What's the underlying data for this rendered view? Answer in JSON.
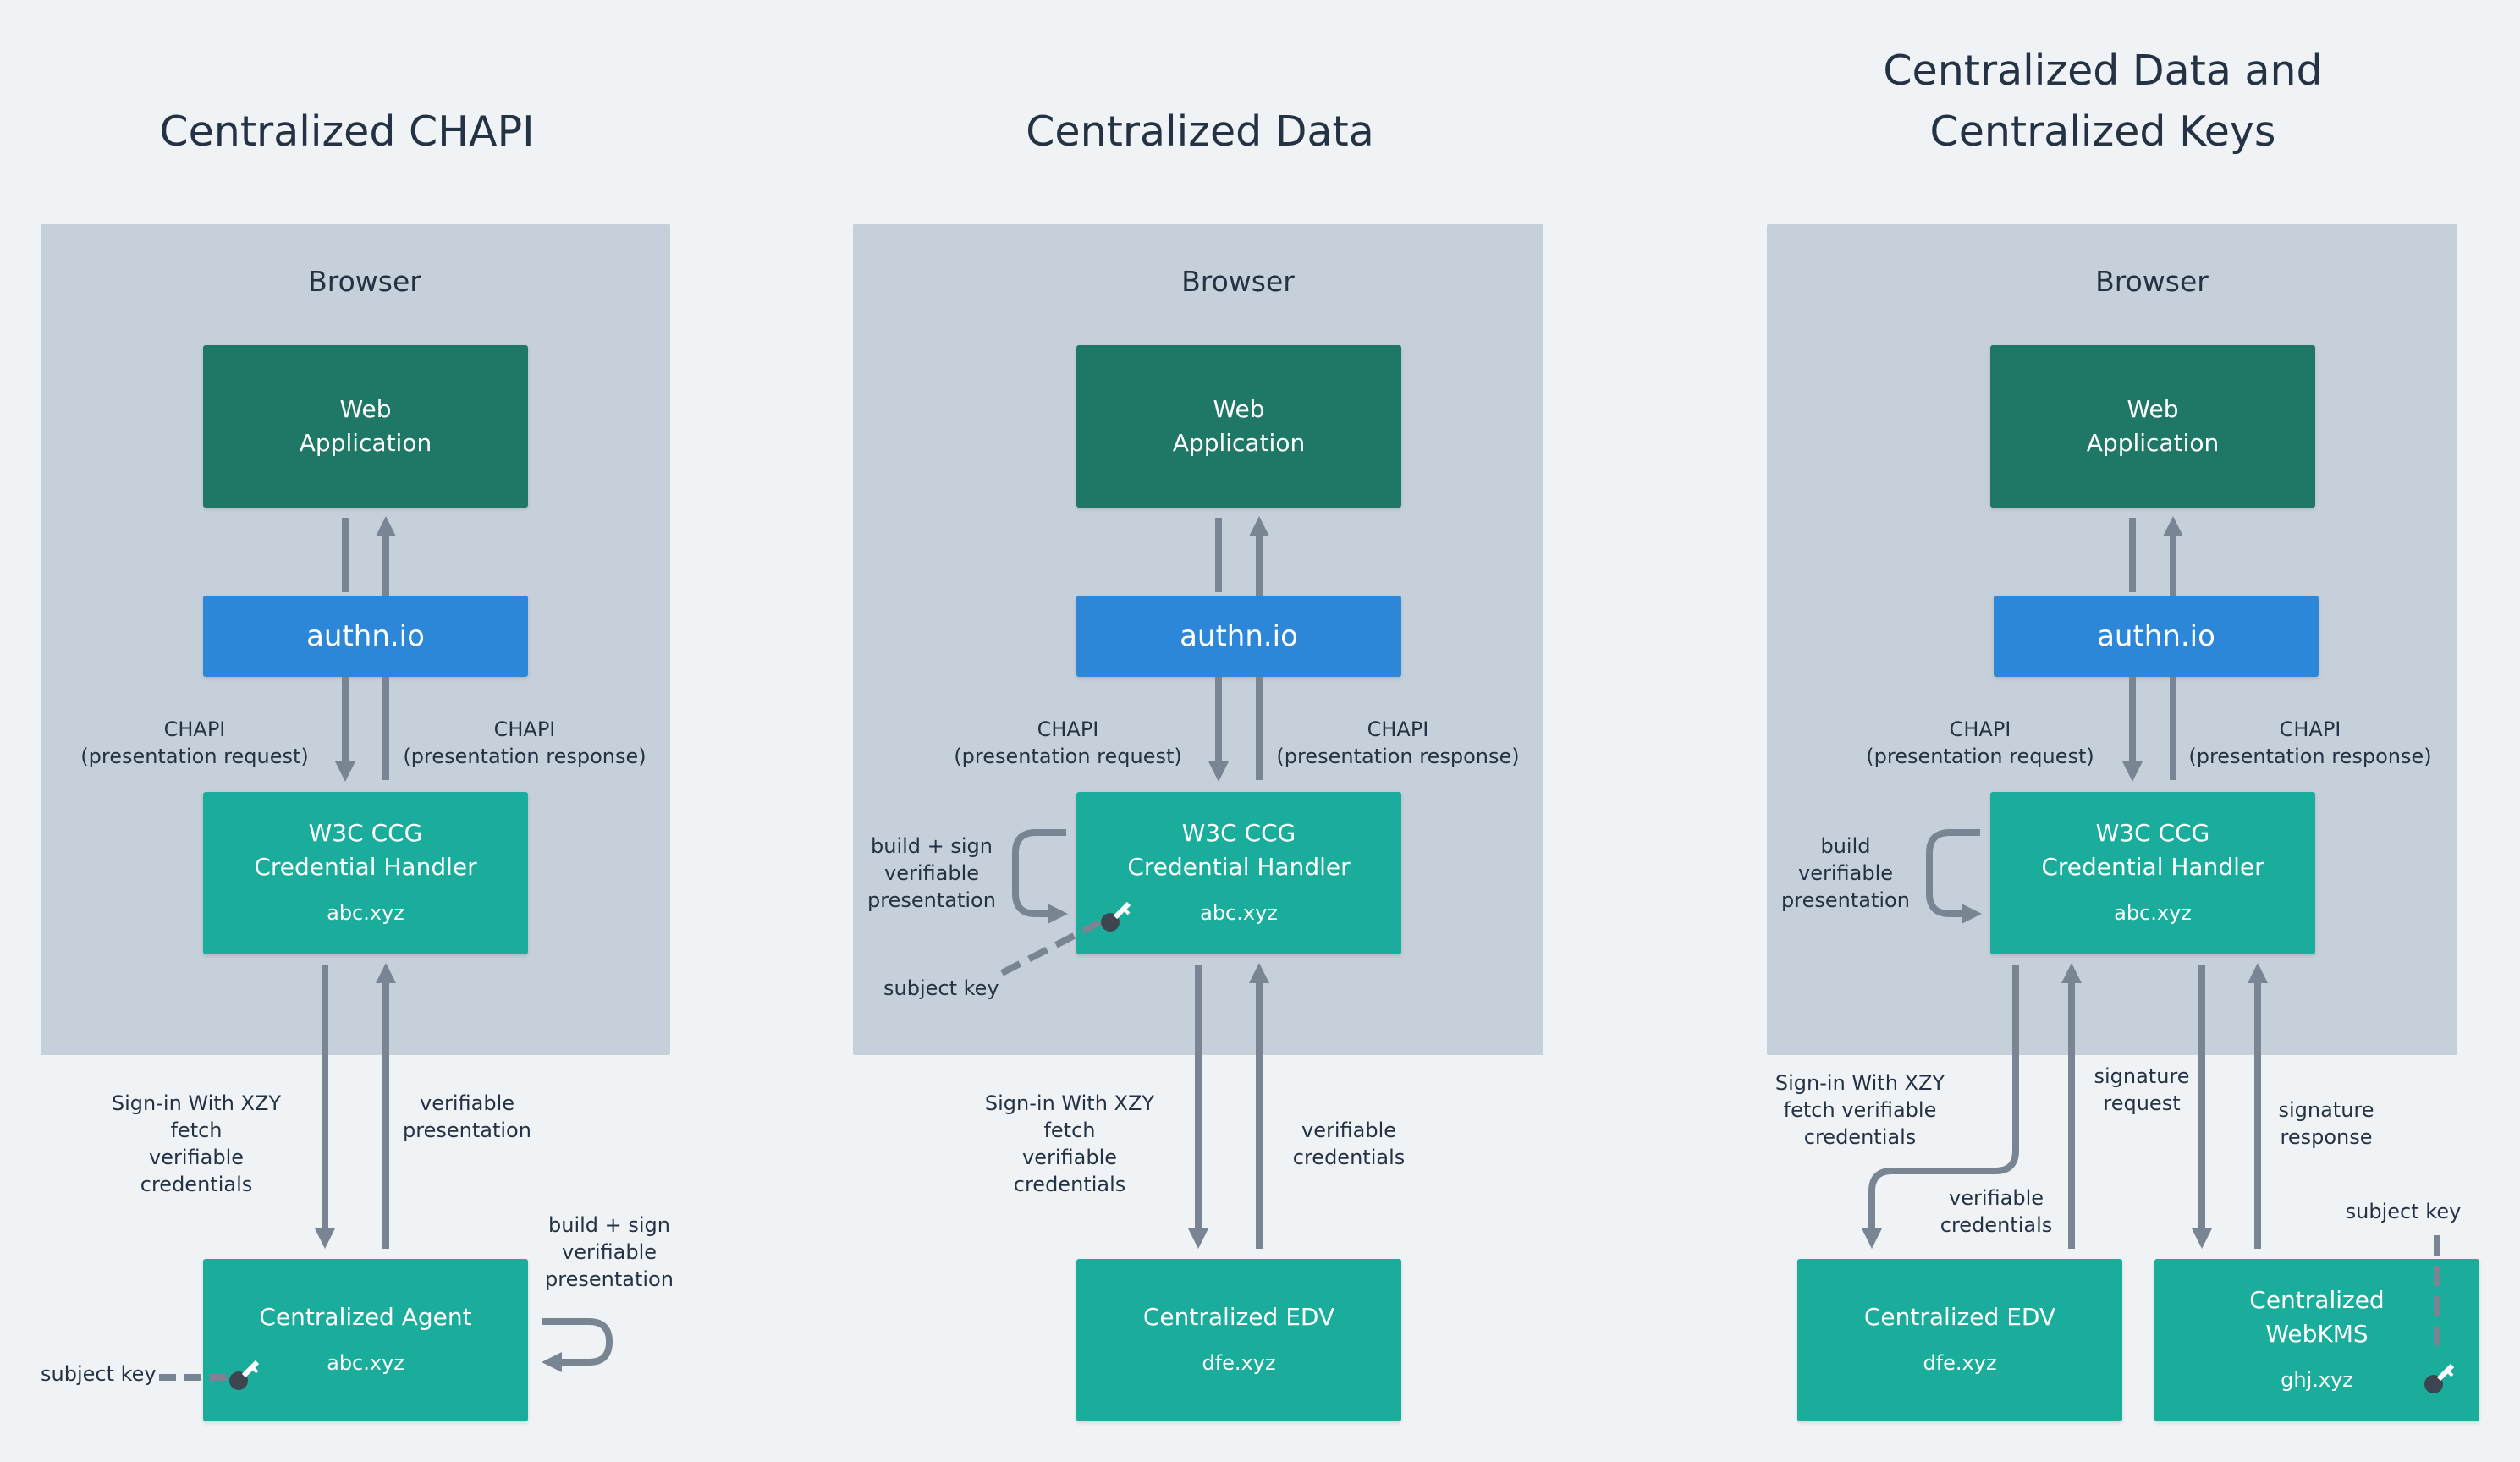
{
  "titles": {
    "col1": "Centralized CHAPI",
    "col2": "Centralized Data",
    "col3_line1": "Centralized Data and",
    "col3_line2": "Centralized Keys"
  },
  "browser_label": "Browser",
  "webapp": {
    "line1": "Web",
    "line2": "Application"
  },
  "authn": "authn.io",
  "handler": {
    "line1": "W3C CCG",
    "line2": "Credential Handler",
    "domain": "abc.xyz"
  },
  "chapi_request": {
    "line1": "CHAPI",
    "line2": "(presentation request)"
  },
  "chapi_response": {
    "line1": "CHAPI",
    "line2": "(presentation response)"
  },
  "col1": {
    "signin": [
      "Sign-in With XZY",
      "fetch",
      "verifiable",
      "credentials"
    ],
    "vp": [
      "verifiable",
      "presentation"
    ],
    "build_sign": [
      "build + sign",
      "verifiable",
      "presentation"
    ],
    "agent": {
      "name": "Centralized Agent",
      "domain": "abc.xyz"
    },
    "subject_key": "subject key"
  },
  "col2": {
    "build_sign": [
      "build + sign",
      "verifiable",
      "presentation"
    ],
    "subject_key": "subject key",
    "signin": [
      "Sign-in With XZY",
      "fetch",
      "verifiable",
      "credentials"
    ],
    "vc": [
      "verifiable",
      "credentials"
    ],
    "edv": {
      "name": "Centralized EDV",
      "domain": "dfe.xyz"
    }
  },
  "col3": {
    "build": [
      "build",
      "verifiable",
      "presentation"
    ],
    "signin": [
      "Sign-in With XZY",
      "fetch verifiable",
      "credentials"
    ],
    "vc": [
      "verifiable",
      "credentials"
    ],
    "sig_request": [
      "signature",
      "request"
    ],
    "sig_response": [
      "signature",
      "response"
    ],
    "subject_key": "subject key",
    "edv": {
      "name": "Centralized EDV",
      "domain": "dfe.xyz"
    },
    "kms": {
      "line1": "Centralized",
      "line2": "WebKMS",
      "domain": "ghj.xyz"
    }
  },
  "colors": {
    "background": "#f0f3f6",
    "browser": "#c5d0da",
    "webapp": "#1f7766",
    "authn": "#2d87d9",
    "handler": "#1aad9c",
    "arrow": "#7a8593"
  }
}
